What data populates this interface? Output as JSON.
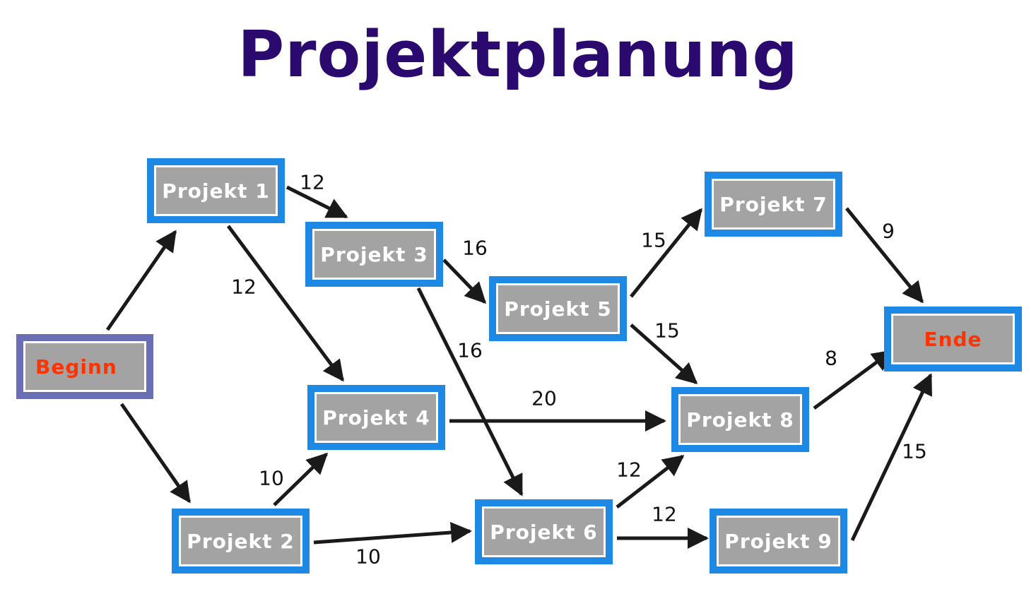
{
  "title": "Projektplanung",
  "colors": {
    "title": "#2a0a6e",
    "node_border": "#1e88e5",
    "start_border": "#6a6fb5",
    "node_fill": "#a3a3a3",
    "node_text": "#ffffff",
    "accent_text": "#ff3300",
    "edge": "#1a1a1a"
  },
  "nodes": {
    "beginn": "Beginn",
    "p1": "Projekt 1",
    "p2": "Projekt 2",
    "p3": "Projekt 3",
    "p4": "Projekt 4",
    "p5": "Projekt 5",
    "p6": "Projekt 6",
    "p7": "Projekt 7",
    "p8": "Projekt 8",
    "p9": "Projekt 9",
    "ende": "Ende"
  },
  "edges": [
    {
      "from": "Projekt 1",
      "to": "Projekt 3",
      "label": "12"
    },
    {
      "from": "Projekt 1",
      "to": "Projekt 4",
      "label": "12"
    },
    {
      "from": "Projekt 3",
      "to": "Projekt 5",
      "label": "16"
    },
    {
      "from": "Projekt 3",
      "to": "Projekt 6",
      "label": "16"
    },
    {
      "from": "Projekt 5",
      "to": "Projekt 7",
      "label": "15"
    },
    {
      "from": "Projekt 5",
      "to": "Projekt 8",
      "label": "15"
    },
    {
      "from": "Projekt 7",
      "to": "Ende",
      "label": "9"
    },
    {
      "from": "Projekt 8",
      "to": "Ende",
      "label": "8"
    },
    {
      "from": "Projekt 4",
      "to": "Projekt 8",
      "label": "20"
    },
    {
      "from": "Projekt 2",
      "to": "Projekt 4",
      "label": "10"
    },
    {
      "from": "Projekt 2",
      "to": "Projekt 6",
      "label": "10"
    },
    {
      "from": "Projekt 6",
      "to": "Projekt 8",
      "label": "12"
    },
    {
      "from": "Projekt 6",
      "to": "Projekt 9",
      "label": "12"
    },
    {
      "from": "Projekt 9",
      "to": "Ende",
      "label": "15"
    },
    {
      "from": "Beginn",
      "to": "Projekt 1",
      "label": ""
    },
    {
      "from": "Beginn",
      "to": "Projekt 2",
      "label": ""
    }
  ]
}
